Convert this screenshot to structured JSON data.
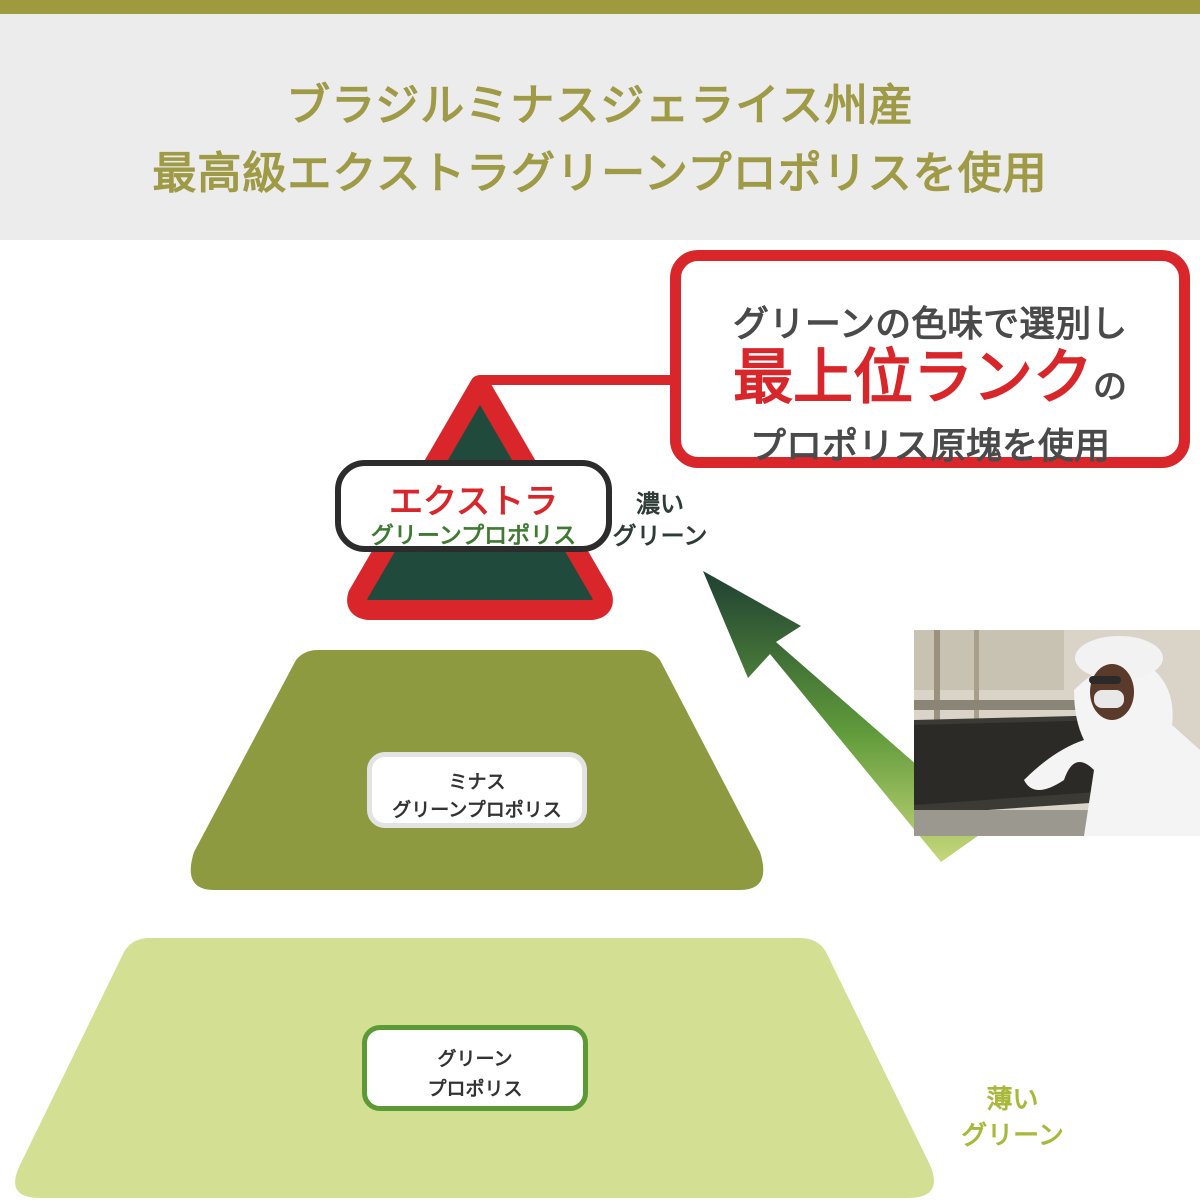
{
  "header": {
    "line1": "ブラジルミナスジェライス州産",
    "line2": "最高級エクストラグリーンプロポリスを使用"
  },
  "callout": {
    "line1": "グリーンの色味で選別し",
    "line2_main": "最上位ランク",
    "line2_suffix": "の",
    "line3": "プロポリス原塊を使用"
  },
  "pyramid": {
    "top": {
      "line1": "エクストラ",
      "line2": "グリーンプロポリス"
    },
    "middle": {
      "line1": "ミナス",
      "line2": "グリーンプロポリス"
    },
    "bottom": {
      "line1": "グリーン",
      "line2": "プロポリス"
    }
  },
  "arrow": {
    "dark_line1": "濃い",
    "dark_line2": "グリーン",
    "light_line1": "薄い",
    "light_line2": "グリーン"
  },
  "colors": {
    "accent_red": "#d9262b",
    "header_olive": "#9e9a45",
    "tier_top": "#1f4a3c",
    "tier_middle": "#8e9a40",
    "tier_bottom": "#d3df93"
  }
}
